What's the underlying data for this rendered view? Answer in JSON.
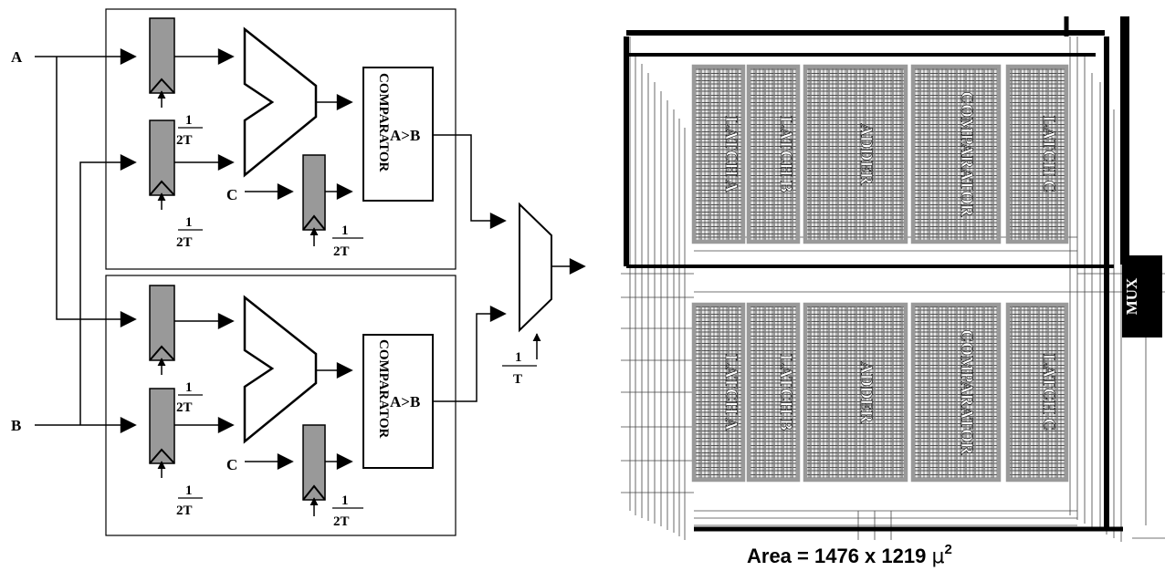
{
  "diagram": {
    "inputs": {
      "a": "A",
      "b": "B",
      "c": "C"
    },
    "clock_num": "1",
    "clock_den_half": "2T",
    "clock_den_full": "T",
    "comparator_label": "COMPARATOR",
    "compare_expr": "A>B"
  },
  "layout_image": {
    "blocks": [
      "LATCH A",
      "LATCH B",
      "ADDER",
      "COMPARATOR",
      "LATCH C"
    ],
    "mux_label": "MUX",
    "area_prefix": "Area = 1476 x 1219 ",
    "area_unit": "μ",
    "area_exp": "2"
  }
}
